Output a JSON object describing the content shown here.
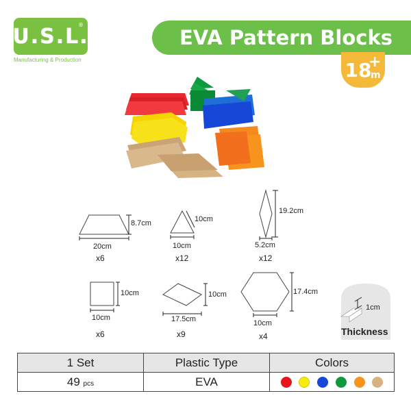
{
  "brand": {
    "logo": "U.S.L.",
    "reg": "®",
    "tagline": "Manufacturing & Production",
    "color": "#7ac142"
  },
  "banner": {
    "title": "EVA Pattern Blocks",
    "color": "#6cc04a"
  },
  "age": {
    "number": "18",
    "plus": "+",
    "unit": "m",
    "color": "#f5b93a"
  },
  "shapes": [
    {
      "name": "trapezoid",
      "width": "20cm",
      "height": "8.7cm",
      "count": "x6"
    },
    {
      "name": "triangle",
      "width": "10cm",
      "height": "10cm",
      "count": "x12"
    },
    {
      "name": "thin-rhombus",
      "width": "5.2cm",
      "height": "19.2cm",
      "count": "x12"
    },
    {
      "name": "square",
      "width": "10cm",
      "height": "10cm",
      "count": "x6"
    },
    {
      "name": "wide-rhombus",
      "width": "17.5cm",
      "height": "10cm",
      "count": "x9"
    },
    {
      "name": "hexagon",
      "width": "10cm",
      "height": "17.4cm",
      "count": "x4"
    }
  ],
  "thickness": {
    "value": "1cm",
    "label": "Thickness"
  },
  "table": {
    "headers": [
      "1 Set",
      "Plastic Type",
      "Colors"
    ],
    "qty": "49",
    "qty_unit": "pcs",
    "plastic": "EVA",
    "colors": [
      "#e8141b",
      "#f7ec0f",
      "#1747d6",
      "#0d9a3c",
      "#f7941d",
      "#d7b283"
    ]
  }
}
